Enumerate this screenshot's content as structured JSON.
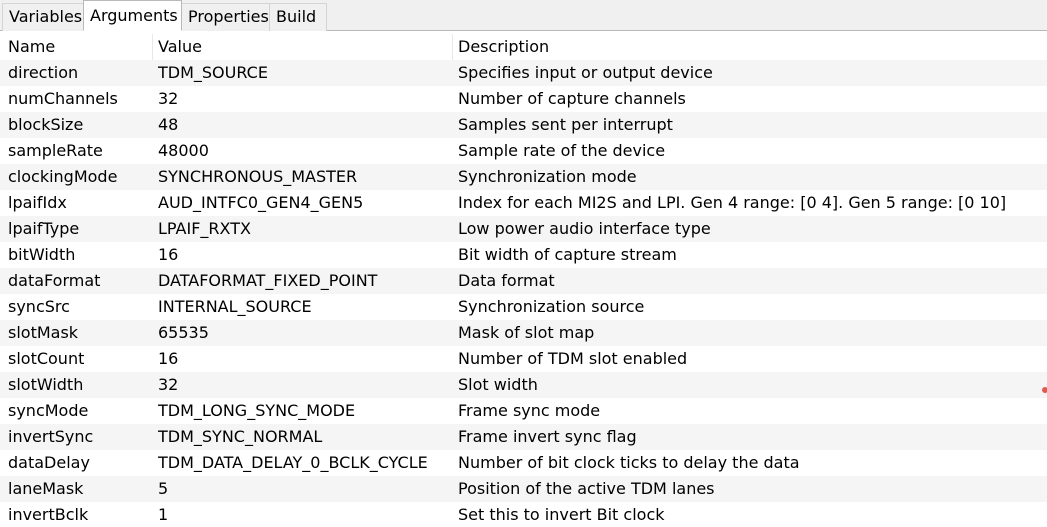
{
  "tabs": [
    {
      "label": "Variables",
      "active": false
    },
    {
      "label": "Arguments",
      "active": true
    },
    {
      "label": "Properties",
      "active": false
    },
    {
      "label": "Build",
      "active": false
    }
  ],
  "table": {
    "headers": [
      "Name",
      "Value",
      "Description"
    ],
    "rows": [
      [
        "direction",
        "TDM_SOURCE",
        "Specifies input or output device"
      ],
      [
        "numChannels",
        "32",
        "Number of capture channels"
      ],
      [
        "blockSize",
        "48",
        "Samples sent per interrupt"
      ],
      [
        "sampleRate",
        "48000",
        "Sample rate of the device"
      ],
      [
        "clockingMode",
        "SYNCHRONOUS_MASTER",
        "Synchronization mode"
      ],
      [
        "lpaifIdx",
        "AUD_INTFC0_GEN4_GEN5",
        "Index for each MI2S and LPI.  Gen 4 range: [0 4].  Gen 5 range: [0 10]"
      ],
      [
        "lpaifType",
        "LPAIF_RXTX",
        "Low power audio interface type"
      ],
      [
        "bitWidth",
        "16",
        "Bit width of capture stream"
      ],
      [
        "dataFormat",
        "DATAFORMAT_FIXED_POINT",
        "Data format"
      ],
      [
        "syncSrc",
        "INTERNAL_SOURCE",
        "Synchronization source"
      ],
      [
        "slotMask",
        "65535",
        "Mask of slot map"
      ],
      [
        "slotCount",
        "16",
        "Number of TDM slot enabled"
      ],
      [
        "slotWidth",
        "32",
        "Slot width"
      ],
      [
        "syncMode",
        "TDM_LONG_SYNC_MODE",
        "Frame sync mode"
      ],
      [
        "invertSync",
        "TDM_SYNC_NORMAL",
        "Frame invert sync flag"
      ],
      [
        "dataDelay",
        "TDM_DATA_DELAY_0_BCLK_CYCLE",
        "Number of bit clock ticks to delay the data"
      ],
      [
        "laneMask",
        "5",
        "Position of the active TDM lanes"
      ],
      [
        "invertBclk",
        "1",
        "Set this to invert Bit clock"
      ]
    ]
  },
  "colors": {
    "tabbar_bg": "#f0f0f0",
    "row_alt_bg": "#f5f5f5",
    "marker": "#e05a4e"
  }
}
